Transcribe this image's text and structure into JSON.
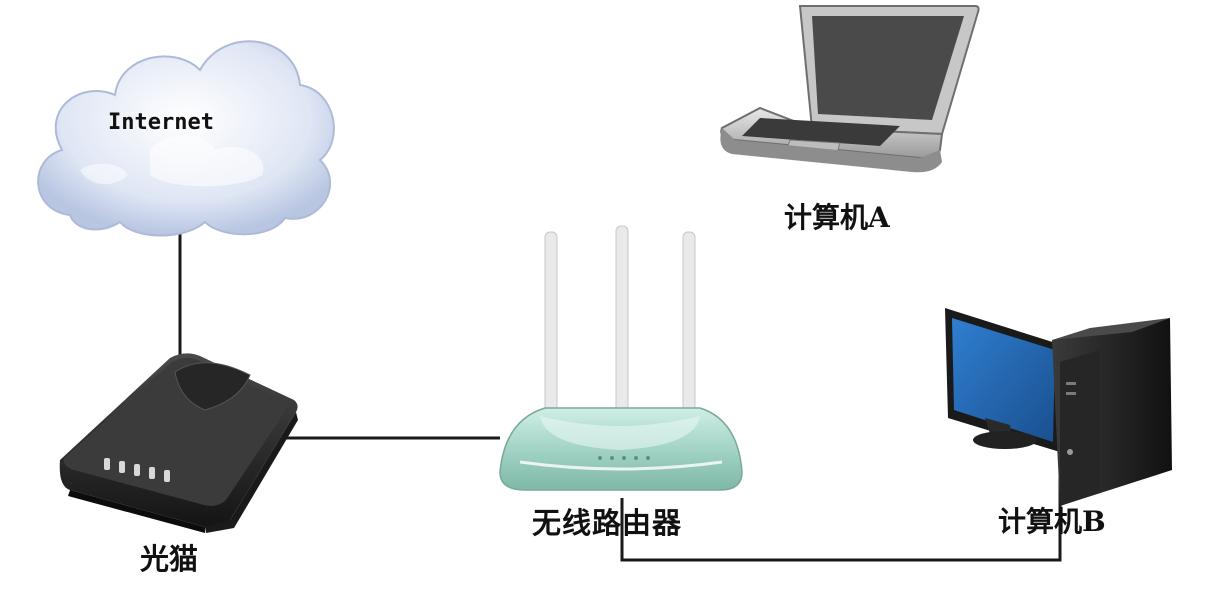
{
  "labels": {
    "internet": "Internet",
    "modem": "光猫",
    "router": "无线路由器",
    "computer_a": "计算机A",
    "computer_b": "计算机B"
  },
  "icons": {
    "cloud": "cloud-icon",
    "modem": "modem-icon",
    "router": "wireless-router-icon",
    "laptop": "laptop-icon",
    "desktop": "desktop-computer-icon"
  },
  "colors": {
    "line": "#1a1a1a",
    "cloud": "#c9d5ec",
    "router": "#9ed0c2",
    "modem": "#2b2b2b",
    "monitor_screen": "#1f5fa8"
  }
}
